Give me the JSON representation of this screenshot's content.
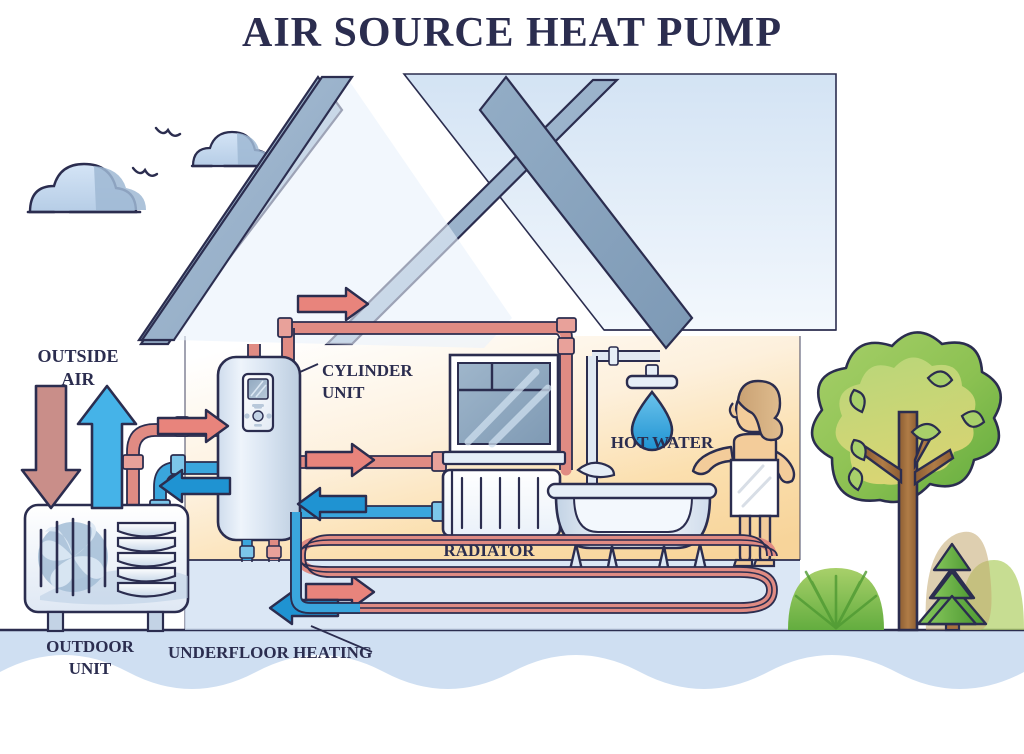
{
  "title": "AIR SOURCE HEAT PUMP",
  "labels": {
    "outside_air_l1": "OUTSIDE",
    "outside_air_l2": "AIR",
    "outdoor_unit_l1": "OUTDOOR",
    "outdoor_unit_l2": "UNIT",
    "cylinder_unit_l1": "CYLINDER",
    "cylinder_unit_l2": "UNIT",
    "radiator": "RADIATOR",
    "hot_water": "HOT WATER",
    "underfloor_heating": "UNDERFLOOR HEATING"
  },
  "colors": {
    "ink": "#2b2d4f",
    "title": "#2b2d4f",
    "hot_pipe": "#e08b83",
    "hot_arrow": "#e8847c",
    "cold_pipe": "#3aa6dd",
    "cold_arrow": "#1f93d2",
    "roof": "#9bb3cc",
    "sky_block": "#dce8f5",
    "ground": "#cfdff2",
    "interior_warm": "#fde9c8",
    "cloud": "#c5d8ef",
    "cloud_shadow": "#9fb8d4",
    "unit_body": "#e8eef7",
    "tree_leaf": "#8cc152",
    "tree_trunk": "#a9713f",
    "pine": "#6cb33f",
    "bush": "#7dbf4e",
    "skin": "#f3cc9a",
    "hair": "#a9713f",
    "droplet": "#3aa6dd",
    "towel": "#ffffff",
    "window_glass": "#8ba6bf"
  },
  "icons": {
    "outside_air_down": "arrow-down-icon",
    "outside_air_up": "arrow-up-icon",
    "flow_hot": "arrow-right-icon",
    "flow_cold": "arrow-left-icon",
    "water_drop": "water-drop-icon",
    "bird": "bird-icon",
    "cloud": "cloud-icon",
    "fan": "fan-icon"
  }
}
